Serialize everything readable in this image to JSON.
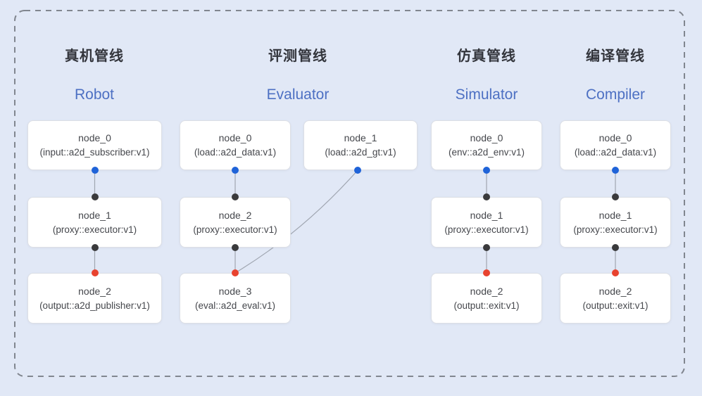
{
  "colors": {
    "bg": "#e1e8f6",
    "dashed-border": "#81868f",
    "card-bg": "#ffffff",
    "card-border": "#dcdfe5",
    "edge": "#a0a6b1",
    "title-zh": "#33353c",
    "title-en": "#4d70c3",
    "node-text": "#45474c",
    "port-source": "#1f63d8",
    "port-internal": "#3a3a3c",
    "port-sink": "#e8432f"
  },
  "pipelines": [
    {
      "title_zh": "真机管线",
      "title_en": "Robot",
      "nodes": [
        {
          "name": "node_0",
          "type": "(input::a2d_subscriber:v1)"
        },
        {
          "name": "node_1",
          "type": "(proxy::executor:v1)"
        },
        {
          "name": "node_2",
          "type": "(output::a2d_publisher:v1)"
        }
      ]
    },
    {
      "title_zh": "评测管线",
      "title_en": "Evaluator",
      "nodes": [
        {
          "name": "node_0",
          "type": "(load::a2d_data:v1)"
        },
        {
          "name": "node_1",
          "type": "(load::a2d_gt:v1)"
        },
        {
          "name": "node_2",
          "type": "(proxy::executor:v1)"
        },
        {
          "name": "node_3",
          "type": "(eval::a2d_eval:v1)"
        }
      ]
    },
    {
      "title_zh": "仿真管线",
      "title_en": "Simulator",
      "nodes": [
        {
          "name": "node_0",
          "type": "(env::a2d_env:v1)"
        },
        {
          "name": "node_1",
          "type": "(proxy::executor:v1)"
        },
        {
          "name": "node_2",
          "type": "(output::exit:v1)"
        }
      ]
    },
    {
      "title_zh": "编译管线",
      "title_en": "Compiler",
      "nodes": [
        {
          "name": "node_0",
          "type": "(load::a2d_data:v1)"
        },
        {
          "name": "node_1",
          "type": "(proxy::executor:v1)"
        },
        {
          "name": "node_2",
          "type": "(output::exit:v1)"
        }
      ]
    }
  ]
}
